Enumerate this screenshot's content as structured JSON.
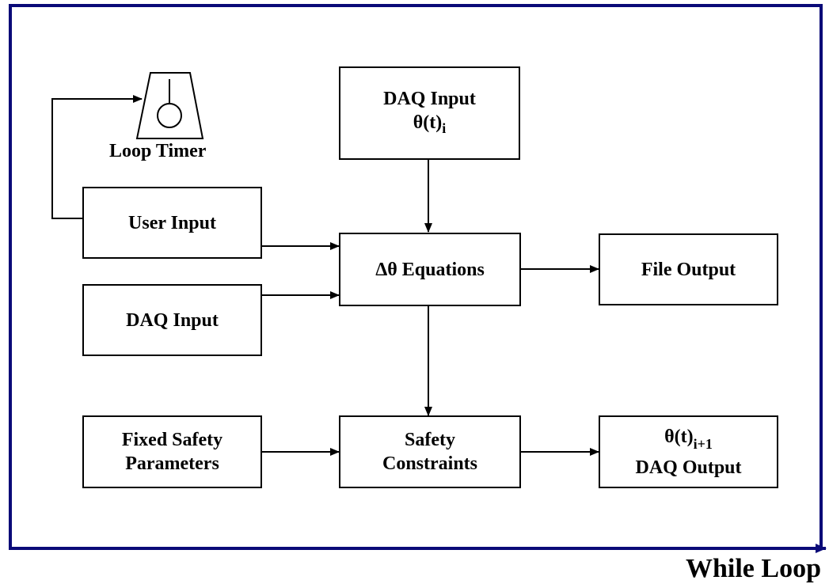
{
  "diagram": {
    "loop_timer": {
      "label": "Loop Timer"
    },
    "daq_input_top": {
      "line1": "DAQ Input",
      "line2_main": "θ(t)",
      "line2_sub": "i"
    },
    "user_input": {
      "label": "User Input"
    },
    "delta_theta": {
      "label": "Δθ Equations"
    },
    "file_output": {
      "label": "File Output"
    },
    "daq_input_left": {
      "label": "DAQ Input"
    },
    "fixed_safety": {
      "line1": "Fixed Safety",
      "line2": "Parameters"
    },
    "safety_constraints": {
      "line1": "Safety",
      "line2": "Constraints"
    },
    "daq_output": {
      "line1_main": "θ(t)",
      "line1_sub": "i+1",
      "line2": "DAQ Output"
    },
    "while_loop": {
      "label": "While Loop"
    }
  },
  "colors": {
    "loop_frame": "#0a0a78",
    "box_border": "#000000",
    "arrows": "#000000"
  }
}
